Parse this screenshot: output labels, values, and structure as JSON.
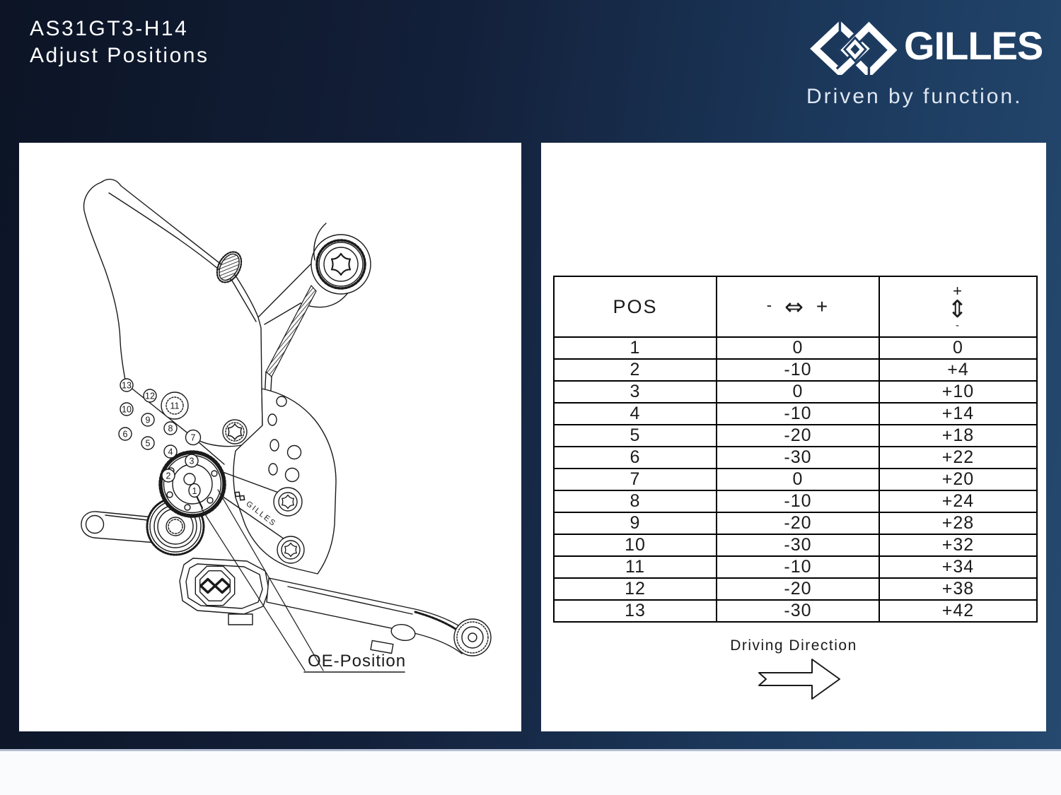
{
  "header": {
    "product_code": "AS31GT3-H14",
    "subtitle": "Adjust Positions",
    "brand_name": "GILLES",
    "brand_tagline": "Driven by function."
  },
  "diagram": {
    "oe_position_label": "OE-Position",
    "engraved_brand": "GILLES",
    "position_labels": [
      "1",
      "2",
      "3",
      "4",
      "5",
      "6",
      "7",
      "8",
      "9",
      "10",
      "11",
      "12",
      "13"
    ]
  },
  "table": {
    "pos_header": "POS",
    "horizontal_header": {
      "minus": "-",
      "arrow": "⇔",
      "plus": "+"
    },
    "vertical_header": {
      "plus": "+",
      "arrow": "⇕",
      "minus": "-"
    },
    "rows": [
      {
        "pos": "1",
        "horizontal": "0",
        "vertical": "0"
      },
      {
        "pos": "2",
        "horizontal": "-10",
        "vertical": "+4"
      },
      {
        "pos": "3",
        "horizontal": "0",
        "vertical": "+10"
      },
      {
        "pos": "4",
        "horizontal": "-10",
        "vertical": "+14"
      },
      {
        "pos": "5",
        "horizontal": "-20",
        "vertical": "+18"
      },
      {
        "pos": "6",
        "horizontal": "-30",
        "vertical": "+22"
      },
      {
        "pos": "7",
        "horizontal": "0",
        "vertical": "+20"
      },
      {
        "pos": "8",
        "horizontal": "-10",
        "vertical": "+24"
      },
      {
        "pos": "9",
        "horizontal": "-20",
        "vertical": "+28"
      },
      {
        "pos": "10",
        "horizontal": "-30",
        "vertical": "+32"
      },
      {
        "pos": "11",
        "horizontal": "-10",
        "vertical": "+34"
      },
      {
        "pos": "12",
        "horizontal": "-20",
        "vertical": "+38"
      },
      {
        "pos": "13",
        "horizontal": "-30",
        "vertical": "+42"
      }
    ],
    "driving_direction_label": "Driving Direction"
  },
  "colors": {
    "background_dark": "#0c1425",
    "background_light": "#25496f",
    "panel": "#ffffff",
    "line": "#1a1a1a"
  }
}
